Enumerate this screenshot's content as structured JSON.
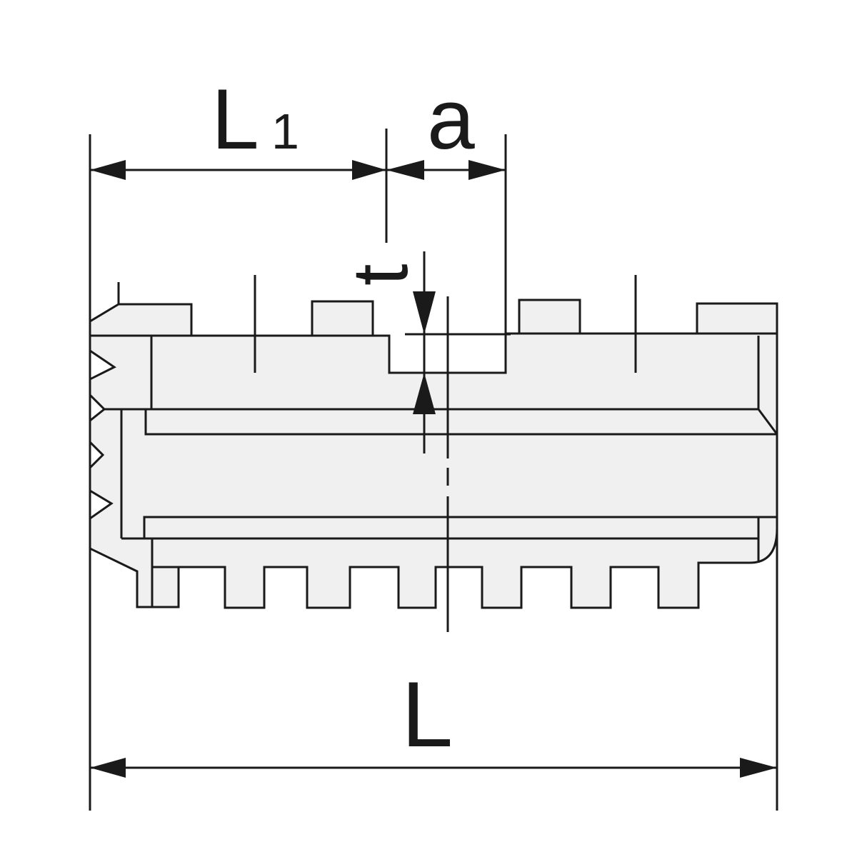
{
  "labels": {
    "L1_main": "L",
    "L1_sub": "1",
    "a": "a",
    "t": "t",
    "L": "L"
  },
  "colors": {
    "line": "#1a1a1a",
    "fill": "#f0f0f0",
    "background": "#ffffff"
  }
}
